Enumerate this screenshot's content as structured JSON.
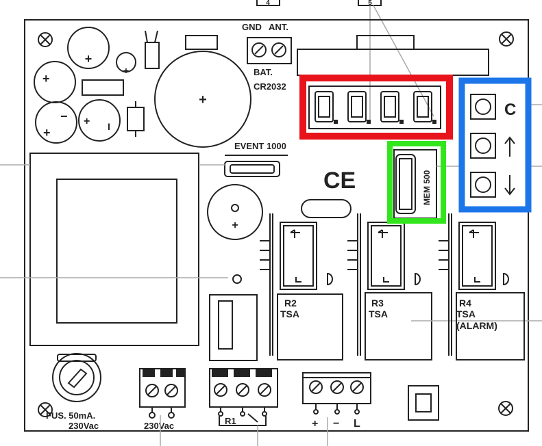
{
  "callouts": {
    "top_left": "4",
    "top_right": "5"
  },
  "terminals": {
    "gnd": "GND",
    "ant": "ANT.",
    "bat": "BAT.",
    "cr2032": "CR2032"
  },
  "event_label": "EVENT 1000",
  "mem_label": "MEM 500",
  "ce_mark": "CE",
  "buttons": [
    {
      "name": "c-button",
      "symbol": "C"
    },
    {
      "name": "up-button",
      "symbol": "↑"
    },
    {
      "name": "down-button",
      "symbol": "↓"
    }
  ],
  "relays": {
    "r2": [
      "R2",
      "TSA"
    ],
    "r3": [
      "R3",
      "TSA"
    ],
    "r4": [
      "R4",
      "TSA",
      "(ALARM)"
    ],
    "r1": "R1"
  },
  "fuse": {
    "line1": "FUS. 50mA.",
    "line2": "230Vac"
  },
  "supply_label": "230Vac",
  "polarity": {
    "plus": "+",
    "minus": "−",
    "l": "L"
  },
  "component_marks": {
    "plus": "+",
    "minus": "−",
    "bar": "I"
  },
  "highlight_colors": {
    "display": "#e8131b",
    "memory": "#33e51c",
    "buttons": "#1c76ea"
  }
}
